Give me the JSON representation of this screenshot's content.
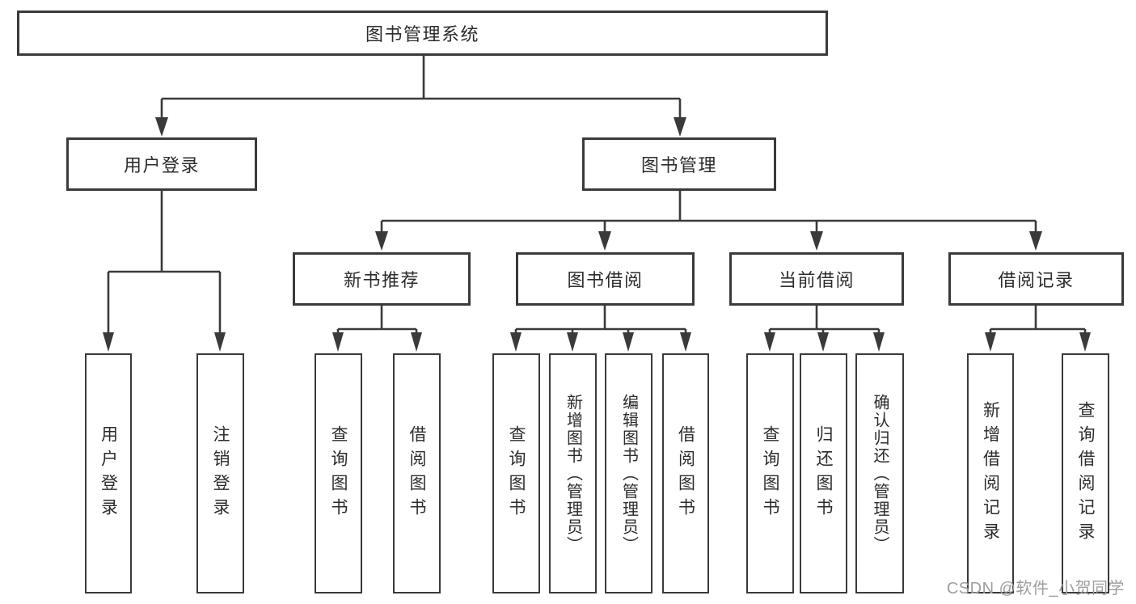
{
  "diagram": {
    "type": "hierarchy-tree",
    "tree": {
      "label": "图书管理系统",
      "children": [
        {
          "label": "用户登录",
          "children": [
            {
              "label": "用户登录"
            },
            {
              "label": "注销登录"
            }
          ]
        },
        {
          "label": "图书管理",
          "children": [
            {
              "label": "新书推荐",
              "children": [
                {
                  "label": "查询图书"
                },
                {
                  "label": "借阅图书"
                }
              ]
            },
            {
              "label": "图书借阅",
              "children": [
                {
                  "label": "查询图书"
                },
                {
                  "label": "新增图书（管理员）"
                },
                {
                  "label": "编辑图书（管理员）"
                },
                {
                  "label": "借阅图书"
                }
              ]
            },
            {
              "label": "当前借阅",
              "children": [
                {
                  "label": "查询图书"
                },
                {
                  "label": "归还图书"
                },
                {
                  "label": "确认归还（管理员）"
                }
              ]
            },
            {
              "label": "借阅记录",
              "children": [
                {
                  "label": "新增借阅记录"
                },
                {
                  "label": "查询借阅记录"
                }
              ]
            }
          ]
        }
      ]
    },
    "colors": {
      "line": "#3a3a3a",
      "box_border": "#3a3a3a",
      "box_fill": "#ffffff",
      "text": "#2c2c2c",
      "background": "#ffffff",
      "watermark": "#9e9e9e"
    }
  },
  "watermark": {
    "text": "CSDN @软件_小贺同学"
  }
}
